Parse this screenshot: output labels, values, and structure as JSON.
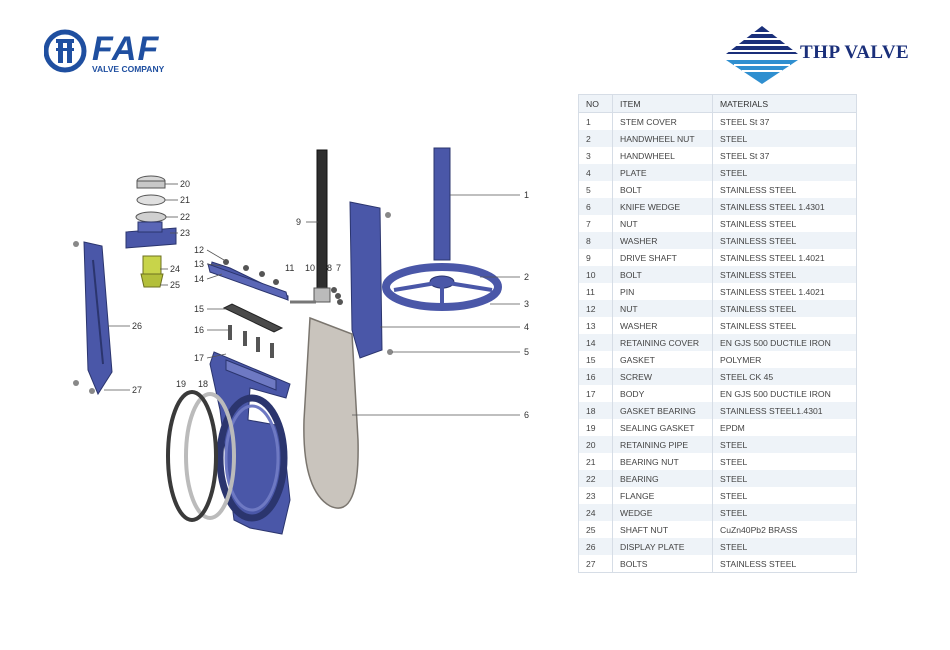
{
  "logos": {
    "left_brand": "FAF",
    "left_tagline": "VALVE COMPANY",
    "right_brand": "THP VALVE"
  },
  "table": {
    "headers": [
      "NO",
      "ITEM",
      "MATERIALS"
    ],
    "rows": [
      [
        "1",
        "STEM COVER",
        "STEEL St 37"
      ],
      [
        "2",
        "HANDWHEEL NUT",
        "STEEL"
      ],
      [
        "3",
        "HANDWHEEL",
        "STEEL St 37"
      ],
      [
        "4",
        "PLATE",
        "STEEL"
      ],
      [
        "5",
        "BOLT",
        "STAINLESS STEEL"
      ],
      [
        "6",
        "KNIFE WEDGE",
        "STAINLESS STEEL 1.4301"
      ],
      [
        "7",
        "NUT",
        "STAINLESS STEEL"
      ],
      [
        "8",
        "WASHER",
        "STAINLESS STEEL"
      ],
      [
        "9",
        "DRIVE SHAFT",
        "STAINLESS STEEL 1.4021"
      ],
      [
        "10",
        "BOLT",
        "STAINLESS STEEL"
      ],
      [
        "11",
        "PIN",
        "STAINLESS STEEL 1.4021"
      ],
      [
        "12",
        "NUT",
        "STAINLESS STEEL"
      ],
      [
        "13",
        "WASHER",
        "STAINLESS STEEL"
      ],
      [
        "14",
        "RETAINING COVER",
        "EN GJS 500 DUCTILE IRON"
      ],
      [
        "15",
        "GASKET",
        "POLYMER"
      ],
      [
        "16",
        "SCREW",
        "STEEL CK 45"
      ],
      [
        "17",
        "BODY",
        "EN GJS 500 DUCTILE IRON"
      ],
      [
        "18",
        "GASKET BEARING",
        "STAINLESS STEEL1.4301"
      ],
      [
        "19",
        "SEALING GASKET",
        "EPDM"
      ],
      [
        "20",
        "RETAINING PIPE",
        "STEEL"
      ],
      [
        "21",
        "BEARING NUT",
        "STEEL"
      ],
      [
        "22",
        "BEARING",
        "STEEL"
      ],
      [
        "23",
        "FLANGE",
        "STEEL"
      ],
      [
        "24",
        "WEDGE",
        "STEEL"
      ],
      [
        "25",
        "SHAFT NUT",
        "CuZn40Pb2 BRASS"
      ],
      [
        "26",
        "DISPLAY PLATE",
        "STEEL"
      ],
      [
        "27",
        "BOLTS",
        "STAINLESS STEEL"
      ]
    ]
  },
  "callouts": [
    "1",
    "2",
    "3",
    "4",
    "5",
    "6",
    "7",
    "8",
    "9",
    "10",
    "11",
    "12",
    "13",
    "14",
    "15",
    "16",
    "17",
    "18",
    "19",
    "20",
    "21",
    "22",
    "23",
    "24",
    "25",
    "26",
    "27"
  ],
  "colors": {
    "body_blue": "#4a57a8",
    "brand_blue": "#1f4fa0",
    "thp_navy": "#1a2f7a",
    "plate_grey": "#c9c4bd"
  }
}
